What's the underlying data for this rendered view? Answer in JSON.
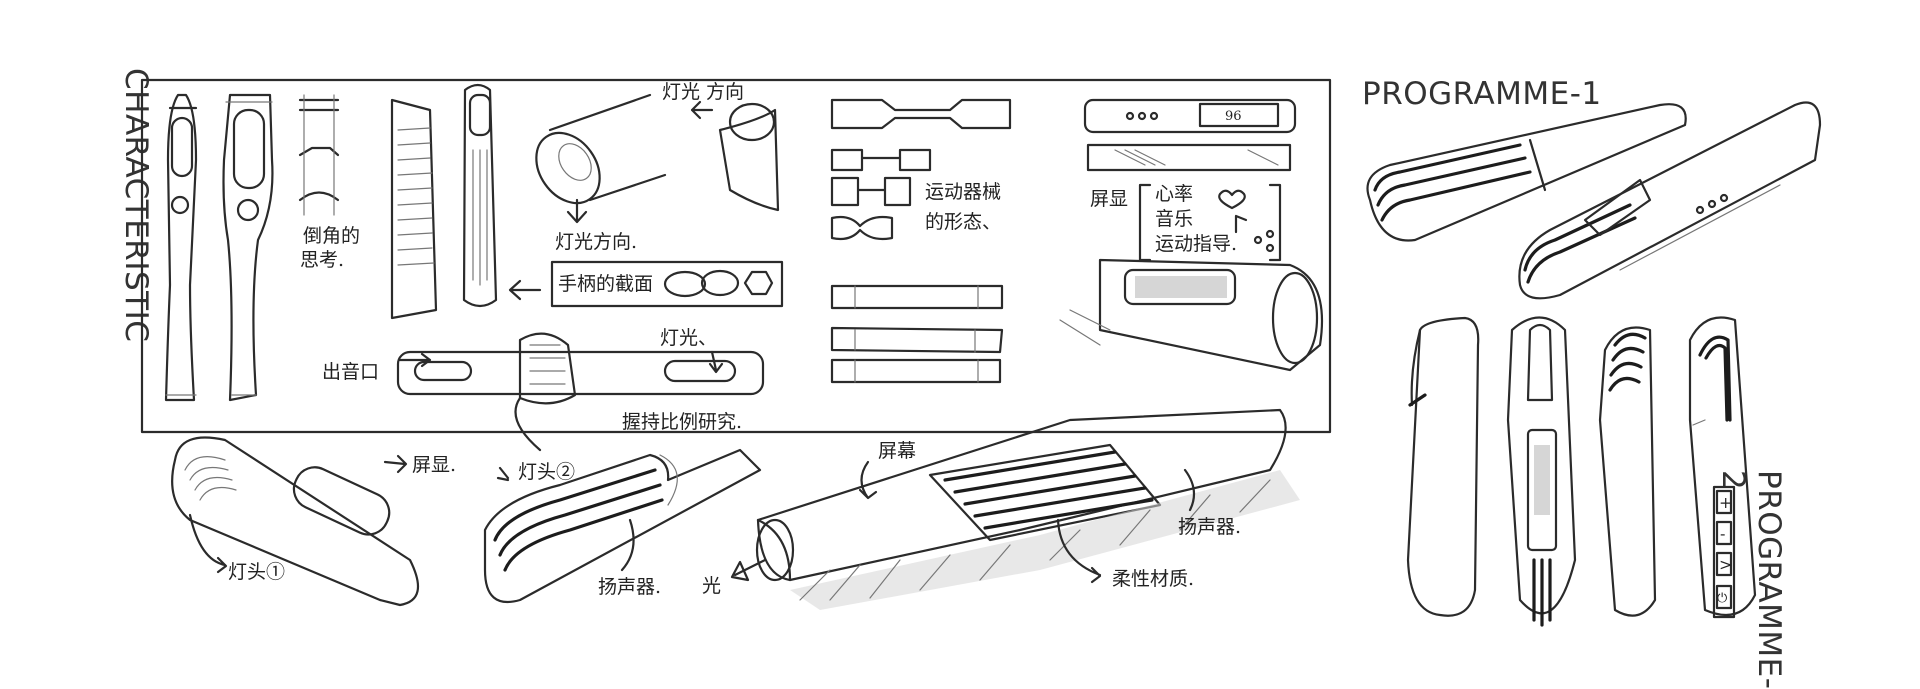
{
  "headings": {
    "characteristic": "CHARACTERISTIC",
    "programme_1": "PROGRAMME-1",
    "programme_2": "PROGRAMME-2"
  },
  "annotations": {
    "corner_thinking": "倒角的\n思考",
    "light_direction_top": "灯光\n方向",
    "light_direction_bottom": "灯光方向.",
    "handle_section": "手柄的截面",
    "sport_equipment": "运动器械\n的形态、",
    "outlet": "出音口",
    "light": "灯光、",
    "grip_ratio": "握持比例研究.",
    "screen_display": "屏显",
    "screen_menu_1": "心率",
    "screen_menu_2": "音乐",
    "screen_menu_3": "运动指导.",
    "screen_value": "96",
    "screen": "屏显.",
    "lamp_head_1": "灯头①",
    "lamp_head_2": "灯头②",
    "speaker_a": "扬声器.",
    "speaker_b": "扬声器.",
    "screen_b": "屏幕",
    "light_b": "光",
    "soft_material": "柔性材质."
  },
  "controls": [
    "+",
    "-",
    ">",
    "⏻"
  ],
  "icons": [
    "heart-icon",
    "music-note-icon",
    "share-icon",
    "power-icon",
    "arrow-icon"
  ]
}
